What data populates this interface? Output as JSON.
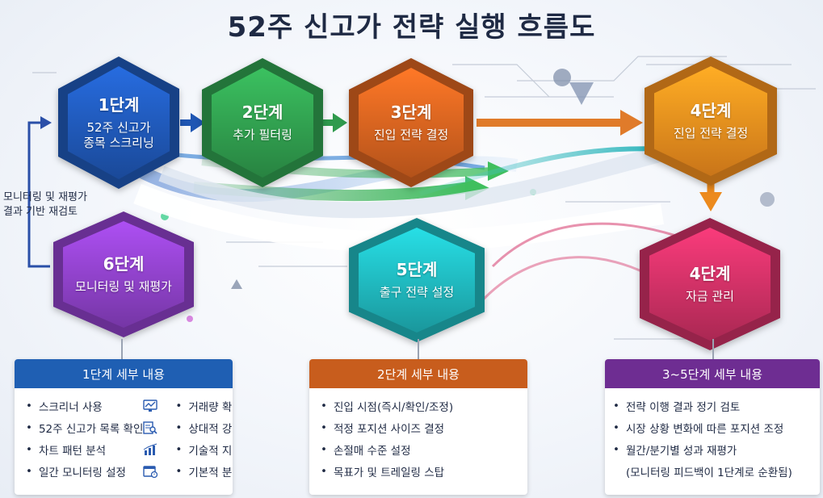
{
  "title": "52주 신고가 전략 실행 흐름도",
  "side_note": [
    "모니터링 및 재평가",
    "결과 기반 재검토"
  ],
  "steps": [
    {
      "step": "1단계",
      "lines": [
        "52주 신고가",
        "종목 스크리닝"
      ],
      "color": "#1f56b3"
    },
    {
      "step": "2단계",
      "lines": [
        "추가 필터링"
      ],
      "color": "#2f9a4d"
    },
    {
      "step": "3단계",
      "lines": [
        "진입 전략 결정"
      ],
      "color": "#d2601f"
    },
    {
      "step": "4단계",
      "lines": [
        "진입 전략 결정"
      ],
      "color": "#ec8a1d"
    },
    {
      "step": "4단계",
      "lines": [
        "자금 관리"
      ],
      "color": "#c82f62"
    },
    {
      "step": "5단계",
      "lines": [
        "출구 전략 설정"
      ],
      "color": "#1fb2b8"
    },
    {
      "step": "6단계",
      "lines": [
        "모니터링 및 재평가"
      ],
      "color": "#8a3fc2"
    }
  ],
  "panels": [
    {
      "header": "1단계 세부 내용",
      "color": "#1f5fb3",
      "col1": [
        "스크리너 사용",
        "52주 신고가 목록 확인",
        "차트 패턴 분석",
        "일간 모니터링 설정"
      ],
      "col2": [
        "거래량 확인",
        "상대적 강도 분석",
        "기술적 지표 확인",
        "기본적 분석 병행"
      ],
      "icons": [
        "monitor-chart-icon",
        "list-search-icon",
        "bar-chart-icon",
        "calendar-icon"
      ]
    },
    {
      "header": "2단계 세부 내용",
      "color": "#c85d1d",
      "col1": [
        "진입 시점(즉시/확인/조정)",
        "적정 포지션 사이즈 결정",
        "손절매 수준 설정",
        "목표가 및 트레일링 스탑"
      ]
    },
    {
      "header": "3~5단계 세부 내용",
      "color": "#6e2d92",
      "col1": [
        "전략 이행 결과 정기 검토",
        "시장 상황 변화에 따른 포지션 조정",
        "월간/분기별 성과 재평가",
        "(모니터링 피드백이 1단계로 순환됨)"
      ]
    }
  ]
}
